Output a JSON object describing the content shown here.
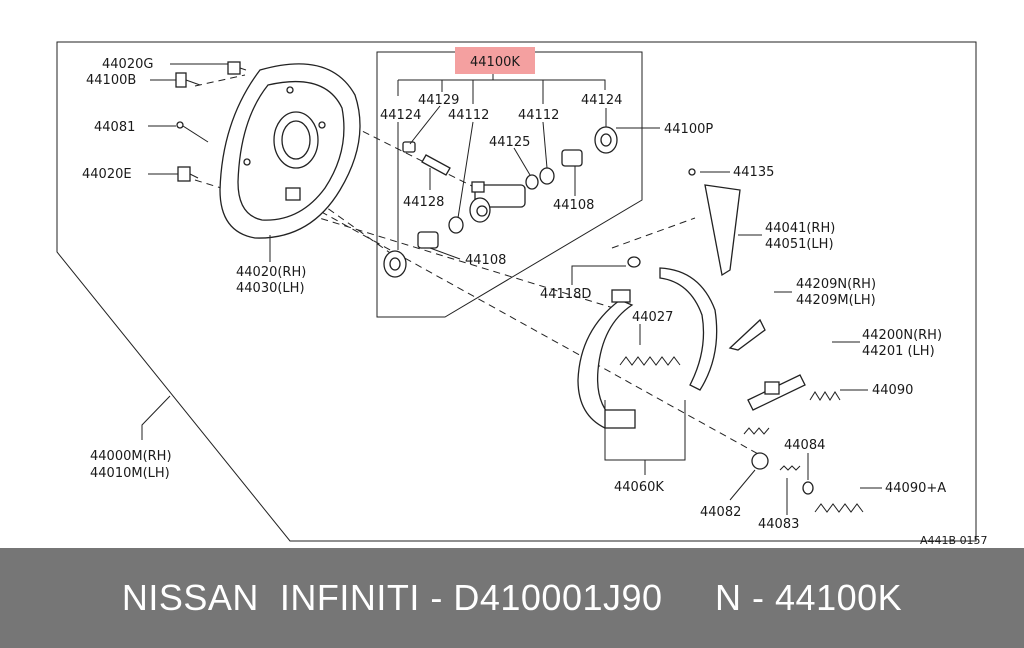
{
  "diagram": {
    "highlight_color": "#f4a0a0",
    "labels": {
      "l44100K": "44100K",
      "l44020G": "44020G",
      "l44100B": "44100B",
      "l44081": "44081",
      "l44020E": "44020E",
      "l44020RH": "44020(RH)",
      "l44030LH": "44030(LH)",
      "l44000MRH": "44000M(RH)",
      "l44010MLH": "44010M(LH)",
      "l44129": "44129",
      "l44124a": "44124",
      "l44112a": "44112",
      "l44112b": "44112",
      "l44124b": "44124",
      "l44100P": "44100P",
      "l44125": "44125",
      "l44128": "44128",
      "l44108a": "44108",
      "l44108b": "44108",
      "l44135": "44135",
      "l44041RH": "44041(RH)",
      "l44051LH": "44051(LH)",
      "l44118D": "44118D",
      "l44027": "44027",
      "l44209NRH": "44209N(RH)",
      "l44209MLH": "44209M(LH)",
      "l44200NRH": "44200N(RH)",
      "l44201LH": "44201  (LH)",
      "l44090": "44090",
      "l44084": "44084",
      "l44060K": "44060K",
      "l44082": "44082",
      "l44083": "44083",
      "l44090A": "44090+A",
      "code": "A441B 0157"
    }
  },
  "footer": {
    "text": "NISSAN  INFINITI - D410001J90     N - 44100K"
  }
}
